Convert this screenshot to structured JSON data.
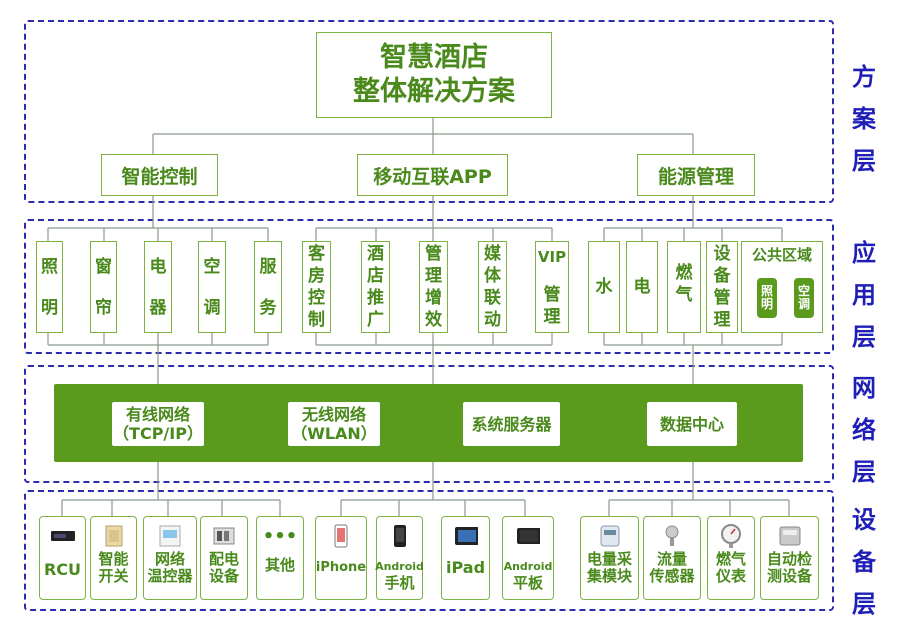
{
  "layers": [
    {
      "label": "方案层"
    },
    {
      "label": "应用层"
    },
    {
      "label": "网络层"
    },
    {
      "label": "设备层"
    }
  ],
  "title": {
    "line1": "智慧酒店",
    "line2": "整体解决方案"
  },
  "categories": [
    "智能控制",
    "移动互联APP",
    "能源管理"
  ],
  "apps": {
    "smart": [
      [
        "照",
        "明"
      ],
      [
        "窗",
        "帘"
      ],
      [
        "电",
        "器"
      ],
      [
        "空",
        "调"
      ],
      [
        "服",
        "务"
      ]
    ],
    "mobile": [
      [
        "客",
        "房",
        "控",
        "制"
      ],
      [
        "酒",
        "店",
        "推",
        "广"
      ],
      [
        "管",
        "理",
        "增",
        "效"
      ],
      [
        "媒",
        "体",
        "联",
        "动"
      ],
      [
        "VIP",
        "管",
        "理"
      ]
    ],
    "energy": [
      [
        "水"
      ],
      [
        "电"
      ],
      [
        "燃",
        "气"
      ],
      [
        "设",
        "备",
        "管",
        "理"
      ]
    ],
    "public": {
      "title": "公共区域",
      "items": [
        [
          "照",
          "明"
        ],
        [
          "空",
          "调"
        ]
      ]
    }
  },
  "network": [
    {
      "line1": "有线网络",
      "line2": "（TCP/IP）"
    },
    {
      "line1": "无线网络",
      "line2": "（WLAN）"
    },
    {
      "line1": "系统服务器",
      "line2": ""
    },
    {
      "line1": "数据中心",
      "line2": ""
    }
  ],
  "devices": {
    "group1": [
      {
        "icon": "rcu-controller-icon",
        "l1": "RCU",
        "l2": ""
      },
      {
        "icon": "smart-switch-icon",
        "l1": "智能",
        "l2": "开关"
      },
      {
        "icon": "thermostat-icon",
        "l1": "网络",
        "l2": "温控器"
      },
      {
        "icon": "power-distribution-icon",
        "l1": "配电",
        "l2": "设备"
      },
      {
        "icon": "ellipsis-icon",
        "l1": "其他",
        "l2": ""
      }
    ],
    "group2": [
      {
        "icon": "iphone-icon",
        "l1": "iPhone",
        "l2": ""
      },
      {
        "icon": "android-phone-icon",
        "l1": "Android",
        "l2": "手机"
      },
      {
        "icon": "ipad-icon",
        "l1": "iPad",
        "l2": ""
      },
      {
        "icon": "android-tablet-icon",
        "l1": "Android",
        "l2": "平板"
      }
    ],
    "group3": [
      {
        "icon": "power-meter-icon",
        "l1": "电量采",
        "l2": "集模块"
      },
      {
        "icon": "flow-sensor-icon",
        "l1": "流量",
        "l2": "传感器"
      },
      {
        "icon": "gas-gauge-icon",
        "l1": "燃气",
        "l2": "仪表"
      },
      {
        "icon": "auto-detector-icon",
        "l1": "自动检",
        "l2": "测设备"
      }
    ]
  },
  "colors": {
    "green": "#5a9b1e",
    "text_green": "#4a8a1c",
    "border_green": "#7cb342",
    "frame_blue": "#2b2bb0",
    "label_blue": "#1f1fb8"
  }
}
